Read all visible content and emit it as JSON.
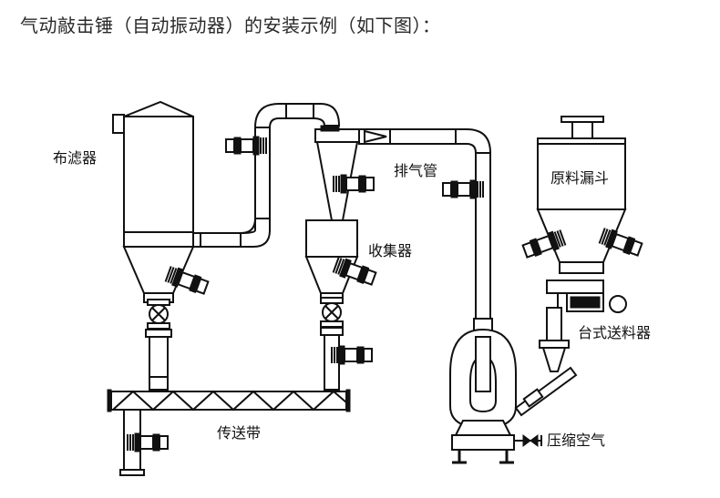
{
  "title": "气动敲击锤（自动振动器）的安装示例（如下图）：",
  "labels": {
    "filter": "布滤器",
    "exhaust": "排气管",
    "collector": "收集器",
    "hopper": "原料漏斗",
    "table_feeder": "台式送料器",
    "conveyor": "传送带",
    "air": "压缩空气"
  }
}
